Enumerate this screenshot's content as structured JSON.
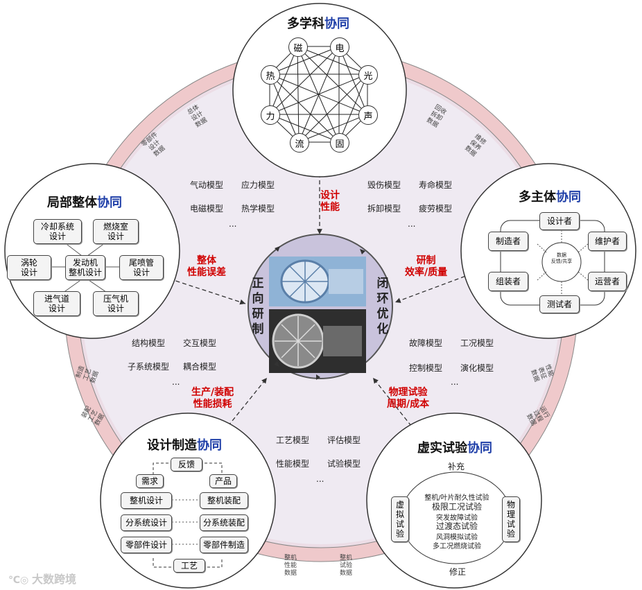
{
  "disciplines": {
    "title_main": "多学科",
    "title_accent": "协同",
    "nodes": [
      "磁",
      "电",
      "光",
      "声",
      "固",
      "流",
      "力",
      "热"
    ]
  },
  "local_global": {
    "title_main": "局部整体",
    "title_accent": "协同",
    "boxes": {
      "cooling": "冷却系统\n设计",
      "combustor": "燃烧室\n设计",
      "turbine": "涡轮\n设计",
      "engine": "发动机\n整机设计",
      "nozzle": "尾喷管\n设计",
      "inlet": "进气道\n设计",
      "compressor": "压气机\n设计"
    }
  },
  "multi_agent": {
    "title_main": "多主体",
    "title_accent": "协同",
    "designer": "设计者",
    "maintainer": "维护者",
    "operator": "运营者",
    "tester": "测试者",
    "assembler": "组装者",
    "manufacturer": "制造者",
    "center": "数据\n反馈/共享"
  },
  "design_mfg": {
    "title_main": "设计制造",
    "title_accent": "协同",
    "feedback": "反馈",
    "demand": "需求",
    "product": "产品",
    "process": "工艺",
    "left": [
      "整机设计",
      "分系统设计",
      "零部件设计"
    ],
    "right": [
      "整机装配",
      "分系统装配",
      "零部件制造"
    ]
  },
  "virtual_real": {
    "title_main": "虚实试验",
    "title_accent": "协同",
    "supplement": "补充",
    "correct": "修正",
    "virtual": "虚\n拟\n试\n验",
    "physical": "物\n理\n试\n验",
    "tests": [
      "整机/叶片耐久性试验",
      "极限工况试验",
      "突发故障试验",
      "过渡态试验",
      "风洞模拟试验",
      "多工况燃烧试验"
    ]
  },
  "core": {
    "left": "正向研制",
    "right": "闭环优化"
  },
  "models": {
    "top_left": [
      "气动模型",
      "应力模型",
      "电磁模型",
      "热学模型",
      "..."
    ],
    "top_right": [
      "毁伤模型",
      "寿命模型",
      "拆卸模型",
      "疲劳模型",
      "..."
    ],
    "left": [
      "结构模型",
      "交互模型",
      "子系统模型",
      "耦合模型",
      "..."
    ],
    "right": [
      "故障模型",
      "工况模型",
      "控制模型",
      "演化模型",
      "..."
    ],
    "bottom": [
      "工艺模型",
      "评估模型",
      "性能模型",
      "试验模型",
      "..."
    ]
  },
  "arrows": {
    "top": "设计\n性能",
    "left": "整体\n性能误差",
    "right": "研制\n效率/质量",
    "bottom_left": "生产/装配\n性能损耗",
    "bottom_right": "物理试验\n周期/成本"
  },
  "ring": {
    "r1": "总体\n设计\n数据",
    "r2": "零部件\n设计\n数据",
    "r3": "回收\n拆卸\n数据",
    "r4": "维修\n保养\n数据",
    "r5": "制造\n工艺\n数据",
    "r6": "装配\n工艺\n数据",
    "r7": "性能\n表征\n数据",
    "r8": "运行\n过程\n数据",
    "r9": "整机\n性能\n数据",
    "r10": "整机\n试验\n数据"
  },
  "watermark": "大数跨境"
}
